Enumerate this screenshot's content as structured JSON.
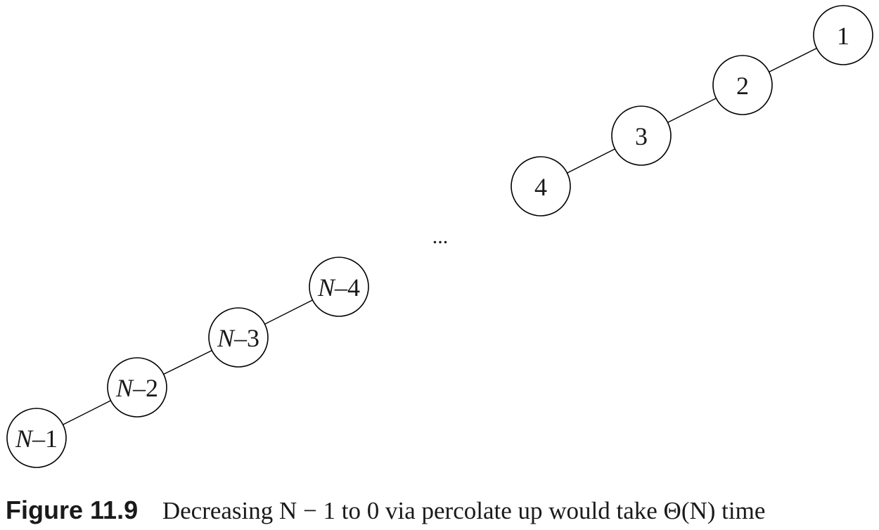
{
  "figure": {
    "label": "Figure 11.9",
    "caption": "Decreasing N − 1 to 0 via percolate up would take Θ(N) time"
  },
  "diagram": {
    "nodes": [
      {
        "id": "n1",
        "label": "1",
        "italic_prefix": ""
      },
      {
        "id": "n2",
        "label": "2",
        "italic_prefix": ""
      },
      {
        "id": "n3",
        "label": "3",
        "italic_prefix": ""
      },
      {
        "id": "n4",
        "label": "4",
        "italic_prefix": ""
      },
      {
        "id": "nN4",
        "label": "–4",
        "italic_prefix": "N"
      },
      {
        "id": "nN3",
        "label": "–3",
        "italic_prefix": "N"
      },
      {
        "id": "nN2",
        "label": "–2",
        "italic_prefix": "N"
      },
      {
        "id": "nN1",
        "label": "–1",
        "italic_prefix": "N"
      }
    ],
    "edges": [
      [
        "n1",
        "n2"
      ],
      [
        "n2",
        "n3"
      ],
      [
        "n3",
        "n4"
      ],
      [
        "nN4",
        "nN3"
      ],
      [
        "nN3",
        "nN2"
      ],
      [
        "nN2",
        "nN1"
      ]
    ],
    "ellipsis": "..."
  }
}
